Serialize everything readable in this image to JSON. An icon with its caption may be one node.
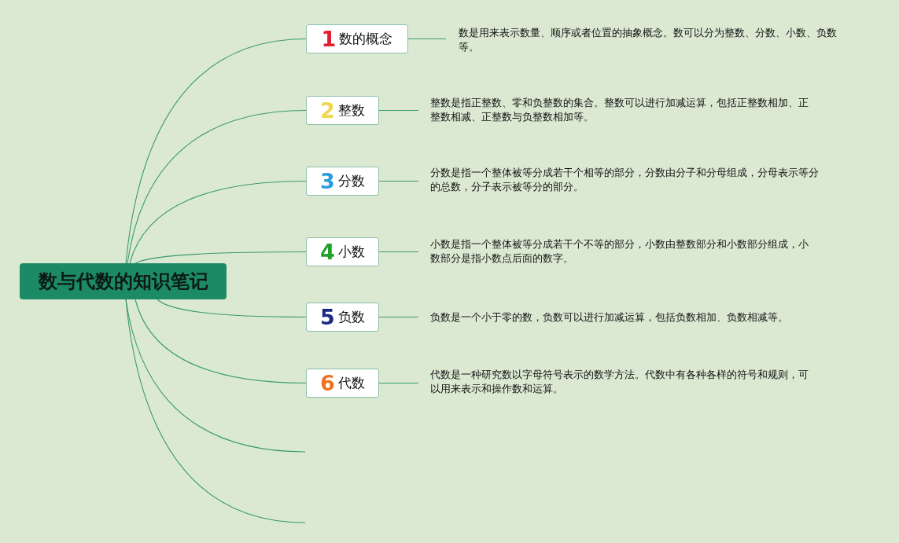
{
  "diagram": {
    "nodes": [
      {
        "text": [
          "数与代数的知识笔记"
        ]
      },
      {
        "text": [
          "1",
          "数的概念"
        ]
      },
      {
        "text": [
          "2",
          "整数"
        ]
      },
      {
        "text": [
          "3",
          "分数"
        ]
      },
      {
        "text": [
          "4",
          "小数"
        ]
      },
      {
        "text": [
          "5",
          "负数"
        ]
      },
      {
        "text": [
          "6",
          "代数"
        ]
      },
      {
        "text": [
          "数是用来表示数量、顺序或者位置的抽象概念。数可以分为整数、分数、小数、负数等。"
        ]
      },
      {
        "text": [
          "整数是指正整数、零和负整数的集合。整数可以进行加减运算，包括正整数相加、正整数相减、正整数与负整数相加等。"
        ]
      },
      {
        "text": [
          "分数是指一个整体被等分成若干个相等的部分，分数由分子和分母组成，分母表示等分的总数，分子表示被等分的部分。"
        ]
      },
      {
        "text": [
          "小数是指一个整体被等分成若干个不等的部分，小数由整数部分和小数部分组成，小数部分是指小数点后面的数字。"
        ]
      },
      {
        "text": [
          "负数是一个小于零的数，负数可以进行加减运算，包括负数相加、负数相减等。"
        ]
      },
      {
        "text": [
          "代数是一种研究数以字母符号表示的数学方法。代数中有各种各样的符号和规则，可以用来表示和操作数和运算。"
        ]
      }
    ],
    "edges": [
      {
        "from": 0,
        "to": 1,
        "arrow": "none"
      },
      {
        "from": 0,
        "to": 2,
        "arrow": "none"
      },
      {
        "from": 0,
        "to": 3,
        "arrow": "none"
      },
      {
        "from": 0,
        "to": 4,
        "arrow": "none"
      },
      {
        "from": 0,
        "to": 5,
        "arrow": "none"
      },
      {
        "from": 0,
        "to": 6,
        "arrow": "none"
      },
      {
        "from": 0,
        "to": null,
        "arrow": "none"
      },
      {
        "from": 0,
        "to": null,
        "arrow": "none"
      },
      {
        "from": 1,
        "to": 7,
        "arrow": "none"
      },
      {
        "from": 2,
        "to": 8,
        "arrow": "none"
      },
      {
        "from": 3,
        "to": 9,
        "arrow": "none"
      },
      {
        "from": 4,
        "to": 10,
        "arrow": "none"
      },
      {
        "from": 5,
        "to": 11,
        "arrow": "none"
      },
      {
        "from": 6,
        "to": 12,
        "arrow": "none"
      }
    ]
  }
}
